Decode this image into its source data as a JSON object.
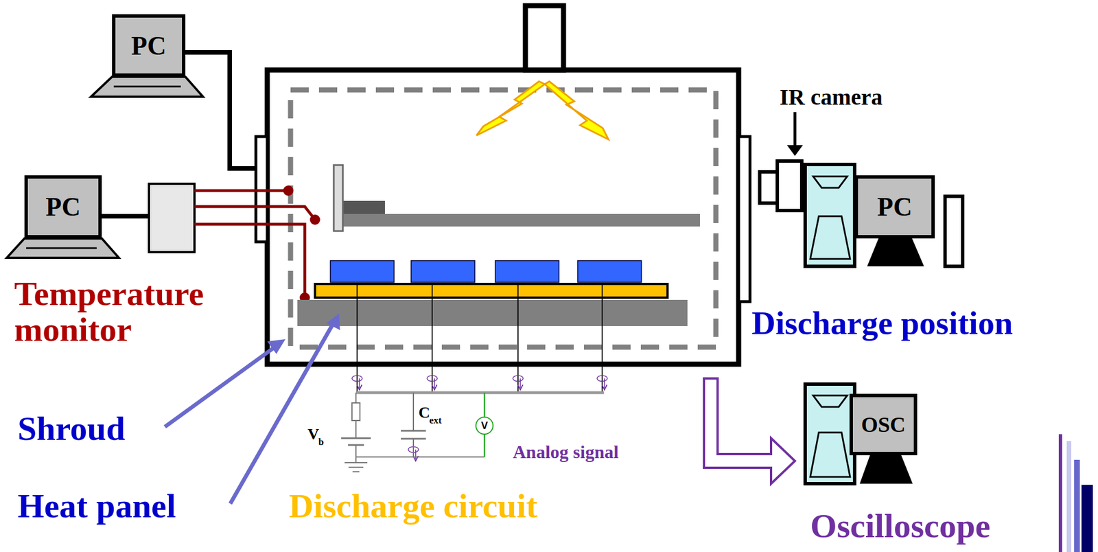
{
  "diagram": {
    "nodes": [
      {
        "text": [
          "PC"
        ]
      },
      {
        "text": [
          "PC"
        ]
      },
      {
        "text": [
          "PC"
        ]
      },
      {
        "text": [
          "OSC"
        ]
      },
      {
        "text": [
          "V"
        ]
      }
    ],
    "labels": [
      "IR camera",
      "Temperature monitor",
      "Discharge position",
      "Shroud",
      "Heat panel",
      "Discharge circuit",
      "Oscilloscope",
      "Analog signal",
      "V",
      "b",
      "C",
      "ext"
    ]
  }
}
